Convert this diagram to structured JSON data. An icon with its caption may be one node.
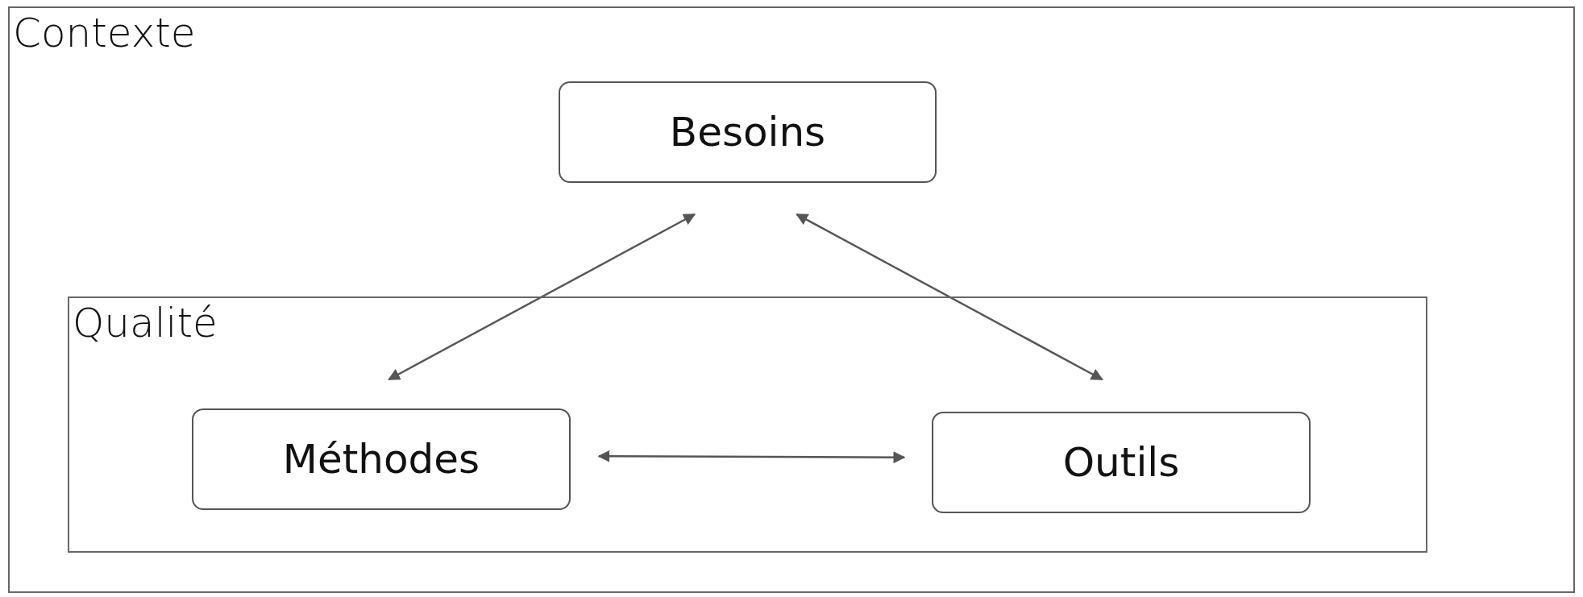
{
  "diagram": {
    "nodes": [
      {
        "text": [
          "Contexte"
        ]
      },
      {
        "text": [
          "Besoins"
        ],
        "in": 0
      },
      {
        "text": [
          "Qualité"
        ],
        "in": 0
      },
      {
        "text": [
          "Méthodes"
        ],
        "in": 2
      },
      {
        "text": [
          "Outils"
        ],
        "in": 2
      }
    ],
    "edges": [
      {
        "from": 1,
        "to": 3,
        "arrow": "both"
      },
      {
        "from": 1,
        "to": 4,
        "arrow": "both"
      },
      {
        "from": 3,
        "to": 4,
        "arrow": "both"
      }
    ]
  }
}
